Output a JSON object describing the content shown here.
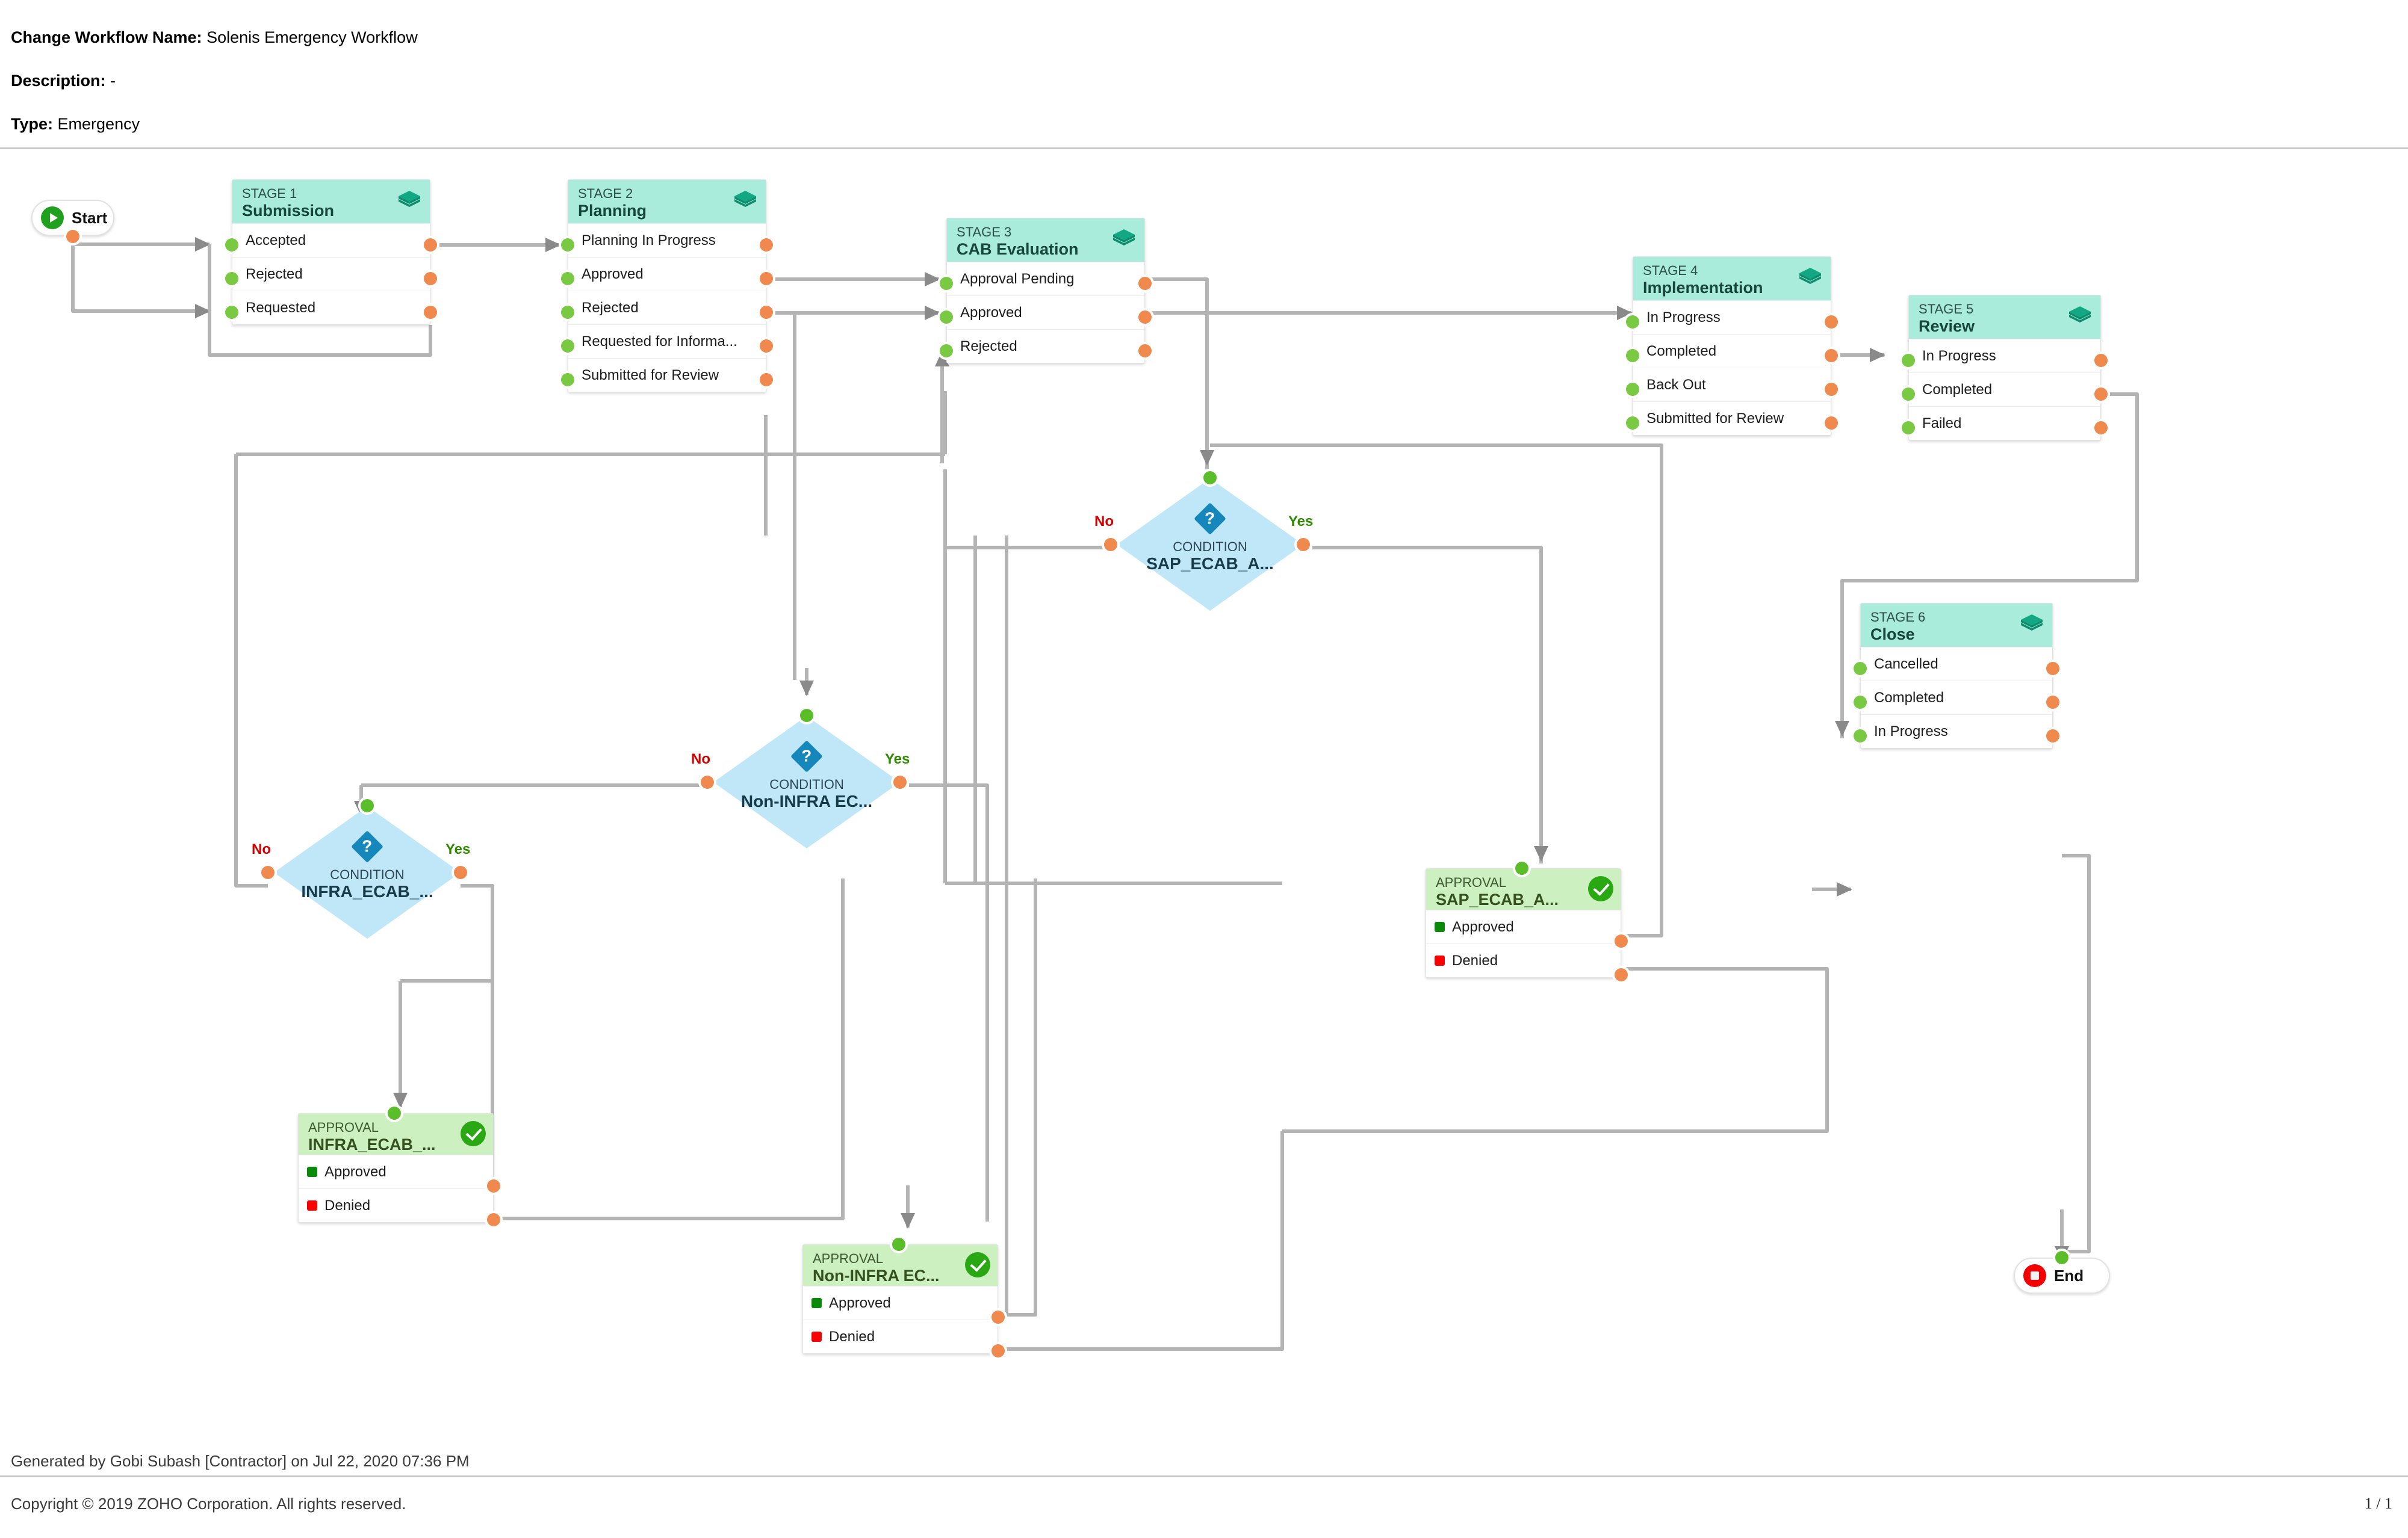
{
  "header": {
    "name_label": "Change Workflow Name:",
    "name_value": "Solenis Emergency Workflow",
    "description_label": "Description:",
    "description_value": "-",
    "type_label": "Type:",
    "type_value": "Emergency"
  },
  "footer": {
    "generated": "Generated by Gobi Subash [Contractor] on Jul 22, 2020 07:36 PM",
    "copyright": "Copyright © 2019 ZOHO Corporation. All rights reserved.",
    "page": "1 / 1"
  },
  "terminators": {
    "start": "Start",
    "end": "End"
  },
  "stages": [
    {
      "kicker": "STAGE 1",
      "title": "Submission",
      "rows": [
        "Accepted",
        "Rejected",
        "Requested"
      ]
    },
    {
      "kicker": "STAGE 2",
      "title": "Planning",
      "rows": [
        "Planning In Progress",
        "Approved",
        "Rejected",
        "Requested for Informa...",
        "Submitted for Review"
      ]
    },
    {
      "kicker": "STAGE 3",
      "title": "CAB Evaluation",
      "rows": [
        "Approval Pending",
        "Approved",
        "Rejected"
      ]
    },
    {
      "kicker": "STAGE 4",
      "title": "Implementation",
      "rows": [
        "In Progress",
        "Completed",
        "Back Out",
        "Submitted for Review"
      ]
    },
    {
      "kicker": "STAGE 5",
      "title": "Review",
      "rows": [
        "In Progress",
        "Completed",
        "Failed"
      ]
    },
    {
      "kicker": "STAGE 6",
      "title": "Close",
      "rows": [
        "Cancelled",
        "Completed",
        "In Progress"
      ]
    }
  ],
  "conditions": [
    {
      "kicker": "CONDITION",
      "title": "INFRA_ECAB_...",
      "no_label": "No",
      "yes_label": "Yes"
    },
    {
      "kicker": "CONDITION",
      "title": "Non-INFRA EC...",
      "no_label": "No",
      "yes_label": "Yes"
    },
    {
      "kicker": "CONDITION",
      "title": "SAP_ECAB_A...",
      "no_label": "No",
      "yes_label": "Yes"
    }
  ],
  "approvals": [
    {
      "kicker": "APPROVAL",
      "title": "INFRA_ECAB_...",
      "rows": [
        "Approved",
        "Denied"
      ]
    },
    {
      "kicker": "APPROVAL",
      "title": "Non-INFRA EC...",
      "rows": [
        "Approved",
        "Denied"
      ]
    },
    {
      "kicker": "APPROVAL",
      "title": "SAP_ECAB_A...",
      "rows": [
        "Approved",
        "Denied"
      ]
    }
  ],
  "colors": {
    "stage_header": "#a9ecdb",
    "approval_header": "#ccf0bf",
    "condition_fill": "#bfe7f8",
    "port_in": "#7ac943",
    "port_out": "#f0894e",
    "connector": "#b4b4b4",
    "yes": "#2e8b00",
    "no": "#d40000"
  }
}
